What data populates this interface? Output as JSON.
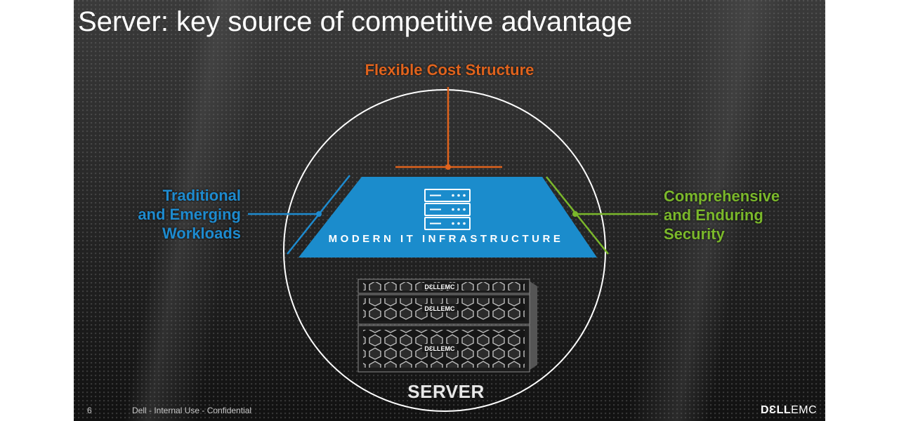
{
  "slide": {
    "title": "Server: key source of competitive advantage",
    "page_number": "6",
    "footer_text": "Dell - Internal Use - Confidential",
    "logo": {
      "bold": "DƐLL",
      "light": "EMC",
      "alt": "DELL EMC logo"
    }
  },
  "diagram": {
    "top_label": "Flexible Cost Structure",
    "left_label": [
      "Traditional",
      "and Emerging",
      "Workloads"
    ],
    "right_label": [
      "Comprehensive",
      "and Enduring",
      "Security"
    ],
    "center_label": "MODERN IT INFRASTRUCTURE",
    "bottom_label": "SERVER",
    "server_badge": "DƐLLEMC",
    "icon": "server-rack-icon"
  },
  "colors": {
    "title": "#ffffff",
    "orange": "#e0631d",
    "blue": "#1e8bcf",
    "green": "#7bb82b",
    "trapezoid": "#1b8ccc",
    "circle": "#ffffff"
  }
}
